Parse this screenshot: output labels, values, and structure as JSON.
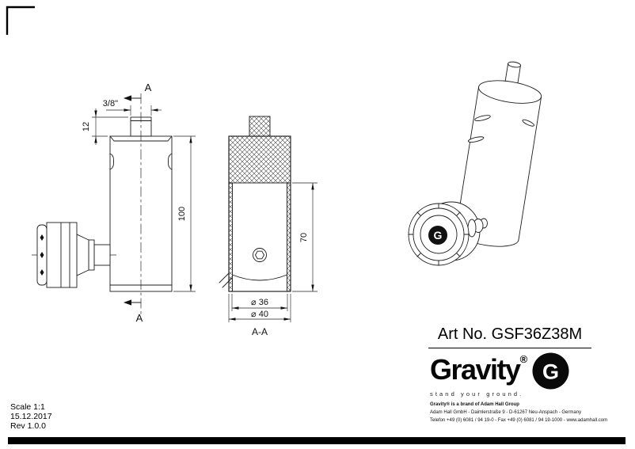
{
  "meta": {
    "scale": "Scale 1:1",
    "date": "15.12.2017",
    "rev": "Rev 1.0.0"
  },
  "front_view": {
    "section_label_top": "A",
    "section_label_bottom": "A",
    "dim_thread": "3/8\"",
    "dim_stud": "12",
    "dim_height": "100"
  },
  "section_view": {
    "dim_depth": "70",
    "dim_bore": "⌀ 36",
    "dim_outer": "⌀ 40",
    "label": "A-A"
  },
  "title": {
    "art_no": "Art No. GSF36Z38M"
  },
  "brand": {
    "name": "Gravity",
    "reg": "®",
    "mark_letter": "G",
    "tagline": "stand your ground."
  },
  "legal": {
    "line1": "Gravity® is a brand of Adam Hall Group",
    "line2": "Adam Hall GmbH - Daimlerstraße 9 - D-61267 Neu-Anspach - Germany",
    "line3": "Telefon +49 (0) 6081 / 94 19-0 - Fax +49 (0) 6081 / 94 19-1000 - www.adamhall.com"
  }
}
